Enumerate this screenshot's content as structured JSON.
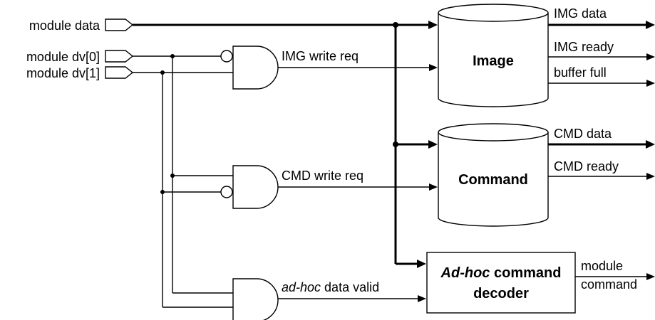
{
  "inputs": {
    "module_data": "module data",
    "module_dv0": "module dv[0]",
    "module_dv1": "module dv[1]"
  },
  "gates": {
    "img_write_req": "IMG write req",
    "cmd_write_req": "CMD write req",
    "adhoc_valid_italic": "ad-hoc",
    "adhoc_valid_rest": " data valid"
  },
  "blocks": {
    "image": "Image",
    "command": "Command",
    "decoder_italic": "Ad-hoc",
    "decoder_line1_rest": " command",
    "decoder_line2": "decoder"
  },
  "outputs": {
    "img_data": "IMG data",
    "img_ready": "IMG ready",
    "buffer_full": "buffer full",
    "cmd_data": "CMD data",
    "cmd_ready": "CMD ready",
    "module_command_line1": "module",
    "module_command_line2": "command"
  }
}
